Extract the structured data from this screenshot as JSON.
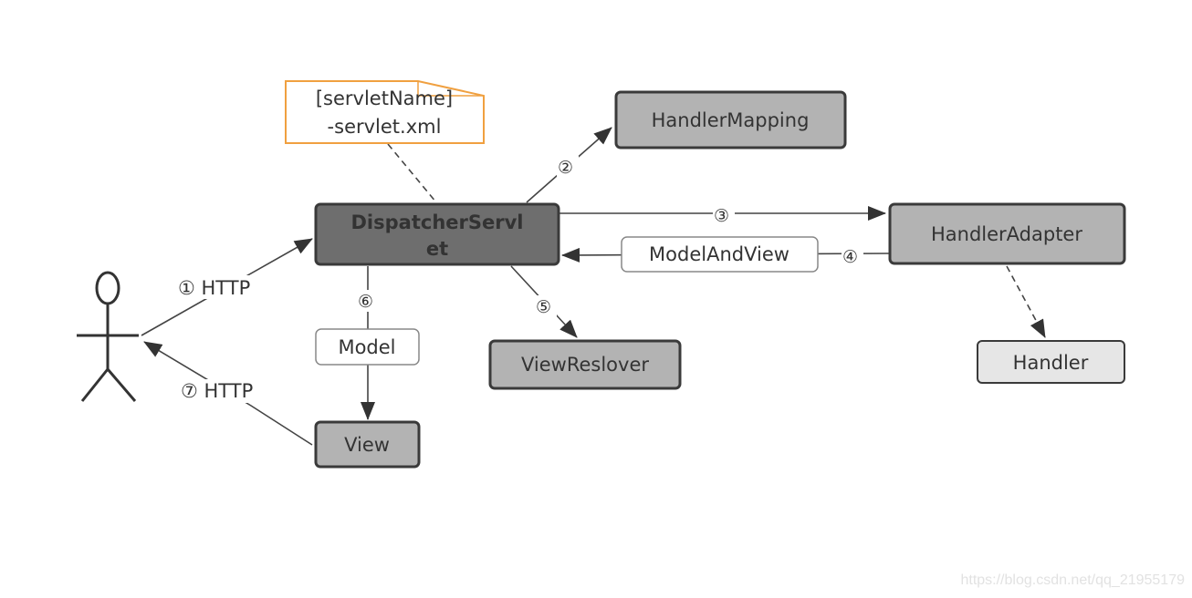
{
  "diagram": {
    "config_note": {
      "line1": "[servletName]",
      "line2": "-servlet.xml"
    },
    "dispatcher": {
      "line1": "DispatcherServl",
      "line2": "et"
    },
    "handler_mapping": "HandlerMapping",
    "handler_adapter": "HandlerAdapter",
    "model_and_view": "ModelAndView",
    "view_resolver": "ViewReslover",
    "handler": "Handler",
    "model": "Model",
    "view": "View",
    "steps": {
      "s1": "① HTTP",
      "s2": "②",
      "s3": "③",
      "s4": "④",
      "s5": "⑤",
      "s6": "⑥",
      "s7": "⑦ HTTP"
    }
  },
  "watermark": "https://blog.csdn.net/qq_21955179",
  "colors": {
    "dispatcher": "#6e6e6e",
    "component": "#b3b3b3",
    "handler": "#e6e6e6",
    "note_border": "#f0a040"
  }
}
